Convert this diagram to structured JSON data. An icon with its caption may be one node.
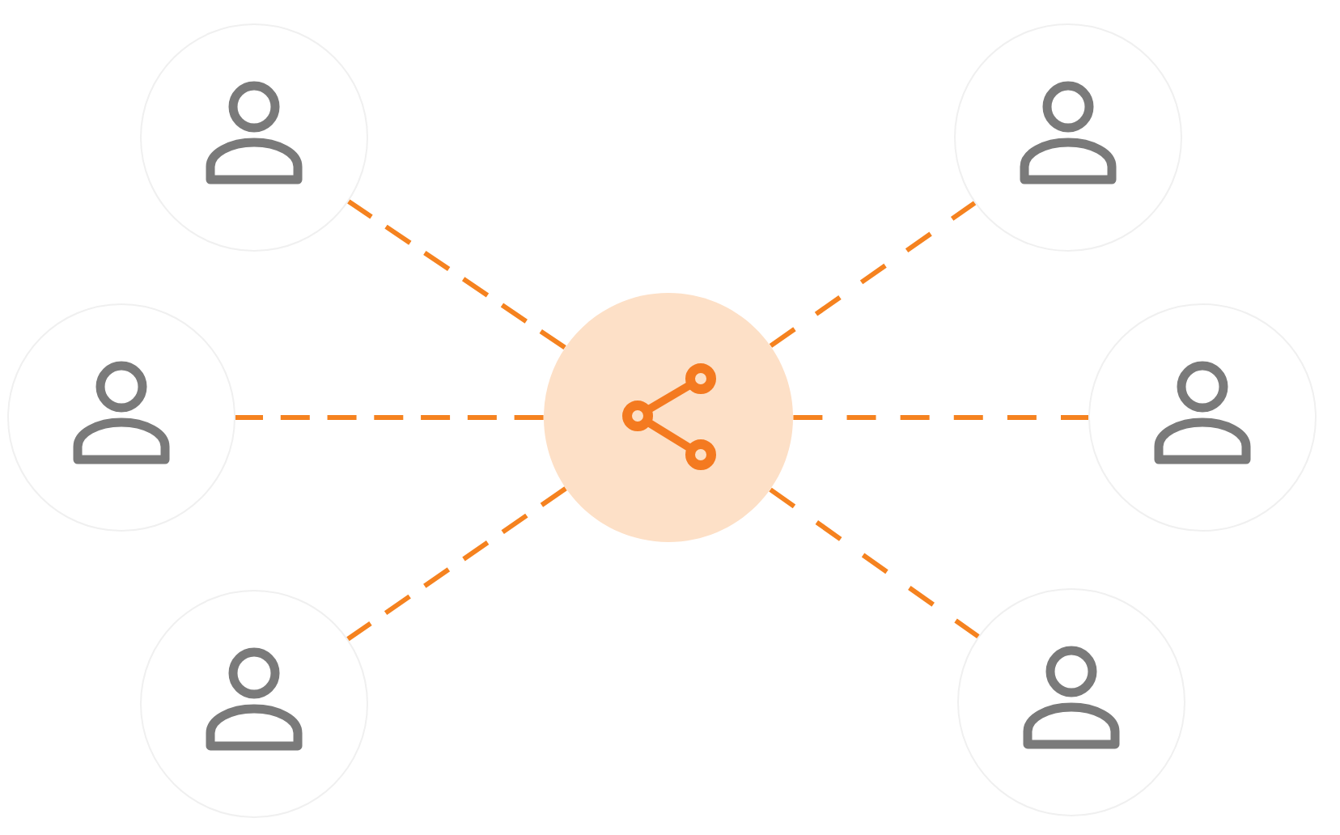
{
  "diagram": {
    "nodes": [
      {
        "text": [],
        "shape": "person"
      },
      {
        "text": [],
        "shape": "person"
      },
      {
        "text": [],
        "shape": "person"
      },
      {
        "text": [],
        "shape": "circle"
      },
      {
        "text": [],
        "shape": "person"
      },
      {
        "text": [],
        "shape": "person"
      },
      {
        "text": [],
        "shape": "person"
      }
    ],
    "edges": [
      {
        "from": 3,
        "to": 0,
        "arrow": "none",
        "style": "dashed"
      },
      {
        "from": 3,
        "to": 1,
        "arrow": "none",
        "style": "dashed"
      },
      {
        "from": 3,
        "to": 2,
        "arrow": "none",
        "style": "dashed"
      },
      {
        "from": 3,
        "to": 4,
        "arrow": "none",
        "style": "dashed"
      },
      {
        "from": 3,
        "to": 5,
        "arrow": "none",
        "style": "dashed"
      },
      {
        "from": 3,
        "to": 6,
        "arrow": "none",
        "style": "dashed"
      }
    ]
  }
}
